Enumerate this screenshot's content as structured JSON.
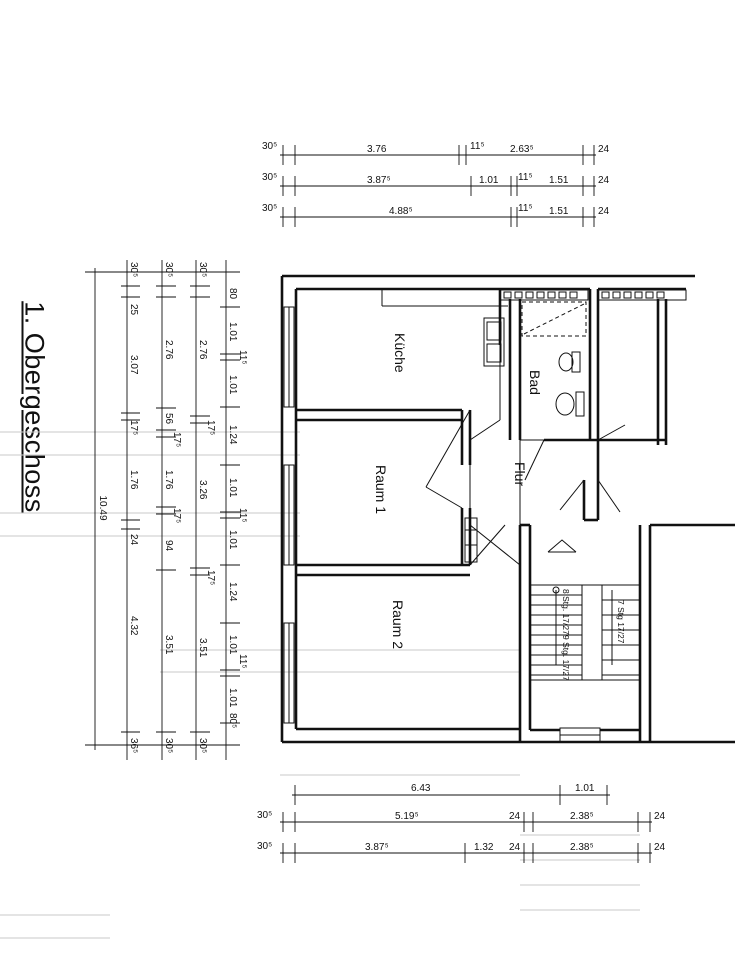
{
  "sheet": {
    "title": "1.  Obergeschoss"
  },
  "rooms": [
    {
      "id": "kueche",
      "label": "Küche"
    },
    {
      "id": "bad",
      "label": "Bad"
    },
    {
      "id": "flur",
      "label": "Flur"
    },
    {
      "id": "raum1",
      "label": "Raum  1"
    },
    {
      "id": "raum2",
      "label": "Raum  2"
    }
  ],
  "stairs": [
    {
      "id": "up",
      "label": "8 Stg. 17/27"
    },
    {
      "id": "down",
      "label": "9 Stg. 17/27"
    },
    {
      "id": "right",
      "label": "7 Stg 17/27"
    }
  ],
  "dims_top": [
    [
      "30⁵",
      "3.76",
      "11⁵",
      "2.63⁵",
      "24"
    ],
    [
      "30⁵",
      "3.87⁵",
      "1.01",
      "11⁵",
      "1.51",
      "24"
    ],
    [
      "30⁵",
      "4.88⁵",
      "11⁵",
      "1.51",
      "24"
    ]
  ],
  "dims_bottom": [
    [
      "6.43",
      "1.01"
    ],
    [
      "30⁵",
      "5.19⁵",
      "24",
      "2.38⁵",
      "24"
    ],
    [
      "30⁵",
      "3.87⁵",
      "1.32",
      "24",
      "2.38⁵",
      "24"
    ]
  ],
  "dims_left": {
    "overall": "10.49",
    "col1": [
      "30⁵",
      "25",
      "3.07",
      "17⁵",
      "1.76",
      "24",
      "4.32",
      "36⁵"
    ],
    "col2": [
      "30⁵",
      "2.76",
      "56",
      "17⁵",
      "1.76",
      "17⁵",
      "94",
      "3.51",
      "30⁵"
    ],
    "col3": [
      "30⁵",
      "2.76",
      "17⁵",
      "3.26",
      "17⁵",
      "3.51",
      "30⁵"
    ],
    "col4": [
      "80",
      "1.01",
      "11⁵",
      "1.01",
      "1.24",
      "1.01",
      "11⁵",
      "1.01",
      "1.24",
      "1.01",
      "11⁵",
      "1.01",
      "80⁵"
    ]
  }
}
